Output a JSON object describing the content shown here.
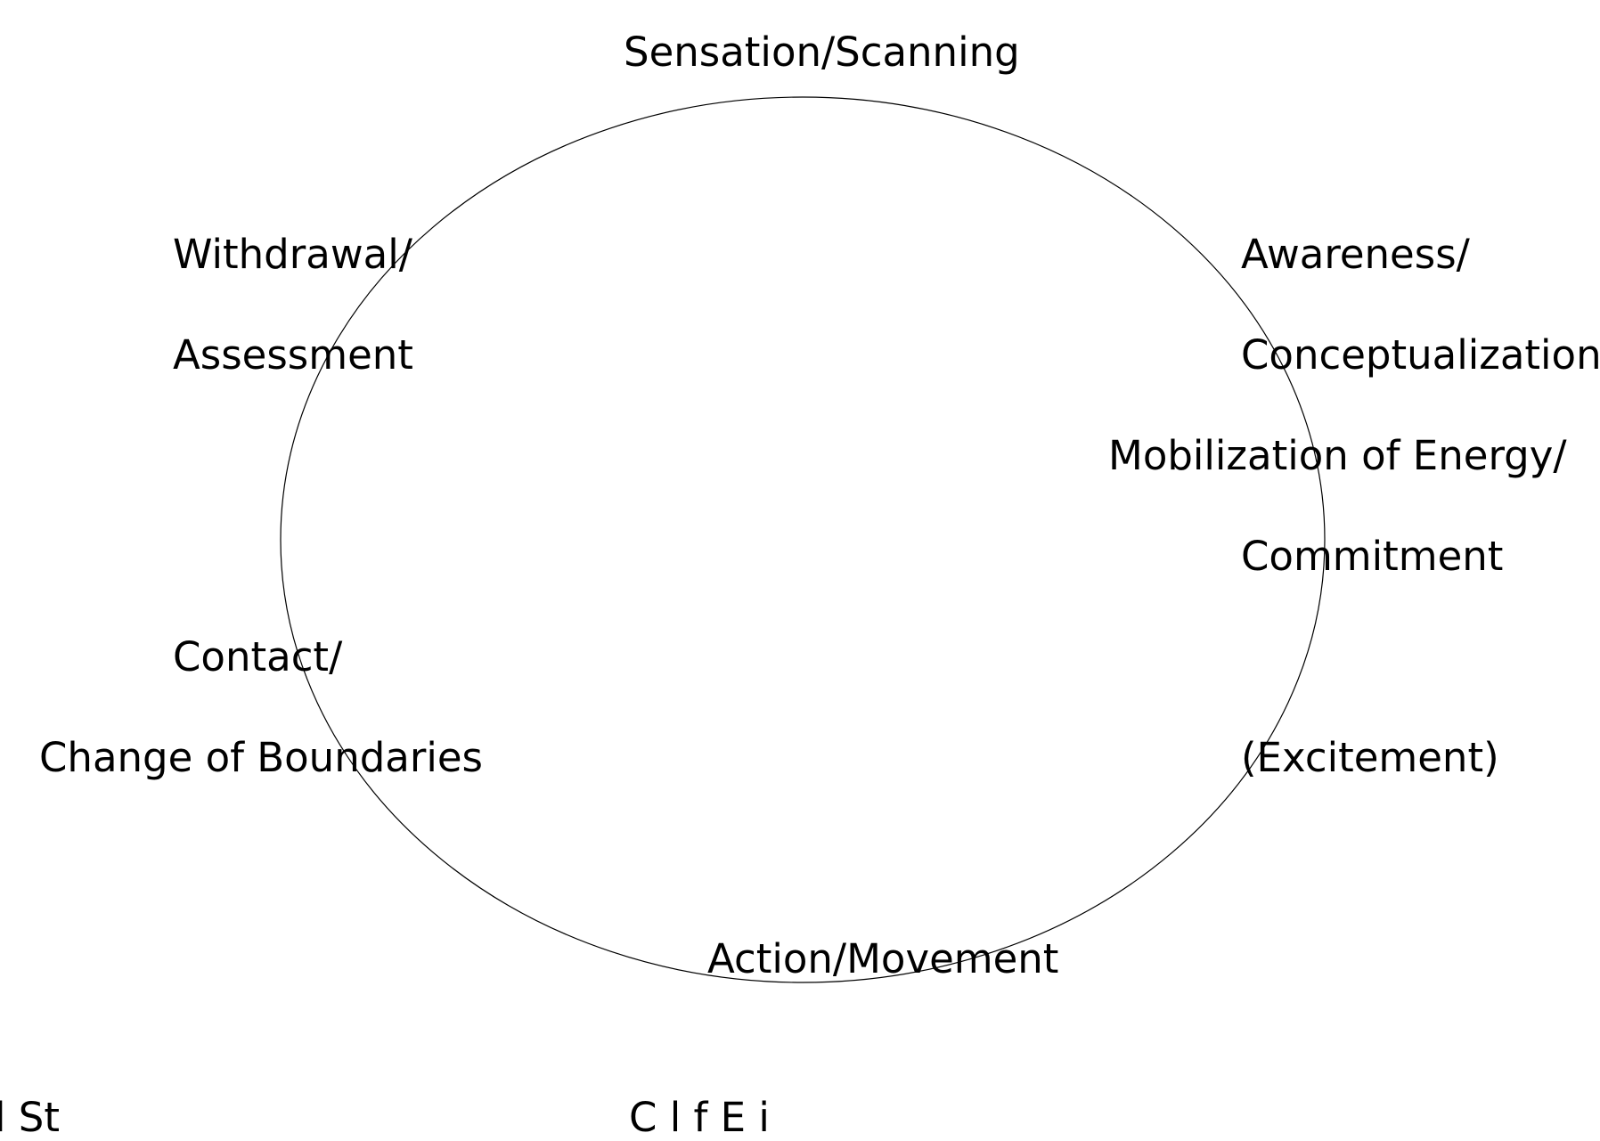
{
  "diagram": {
    "type": "cycle",
    "stages": {
      "sensation": "Sensation/Scanning",
      "awareness_line1": "Awareness/",
      "awareness_line2": "Conceptualization",
      "mobilization_line1": "Mobilization of Energy/",
      "mobilization_line2": "Commitment",
      "excitement": "(Excitement)",
      "action": "Action/Movement",
      "contact_line1": "Contact/",
      "contact_line2": "Change of Boundaries",
      "withdrawal_line1": "Withdrawal/",
      "withdrawal_line2": "Assessment"
    },
    "footer": {
      "left_partial": "l St",
      "center_partial": "C   l   f E        i"
    },
    "colors": {
      "stroke": "#000000",
      "text": "#000000",
      "background": "#ffffff"
    }
  }
}
